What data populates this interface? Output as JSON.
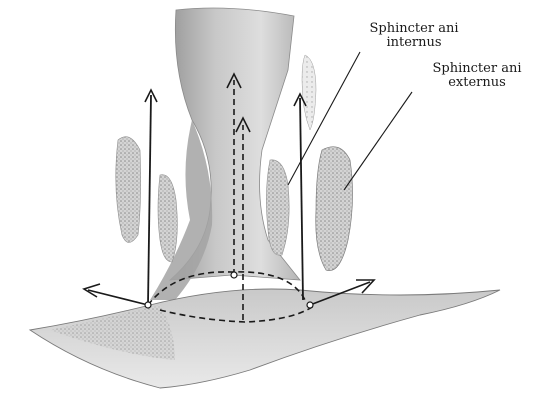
{
  "labels": {
    "sphincter_ani_internus": {
      "line1": "Sphincter ani",
      "line2": "internus"
    },
    "sphincter_ani_externus": {
      "line1": "Sphincter ani",
      "line2": "externus"
    }
  },
  "colors": {
    "ink": "#1a1a1a",
    "tissue_light": "#e6e6e6",
    "tissue_mid": "#bdbdbd",
    "tissue_dark": "#8f8f8f",
    "muscle": "#a9a9a9"
  }
}
